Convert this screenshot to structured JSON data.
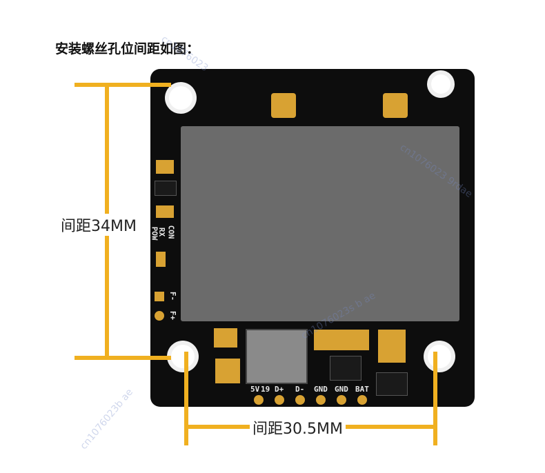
{
  "heading": "安装螺丝孔位间距如图：",
  "dimension_vertical": "间距34MM",
  "dimension_horizontal": "间距30.5MM",
  "silkscreen": {
    "con": "CON",
    "rx": "RX",
    "pow": "POW",
    "f_minus": "F-",
    "f_plus": "F+",
    "pins": [
      "5V",
      "19",
      "D+",
      "D-",
      "GND",
      "GND",
      "BAT"
    ]
  },
  "watermarks": [
    "cn1076023",
    "cn1076023b ae",
    "cn1076023 9rdae",
    "cn1076023s b ae"
  ],
  "colors": {
    "accent": "#f0b020",
    "board": "#0d0d0d",
    "shield": "#6b6b6b",
    "pad": "#d8a233"
  }
}
